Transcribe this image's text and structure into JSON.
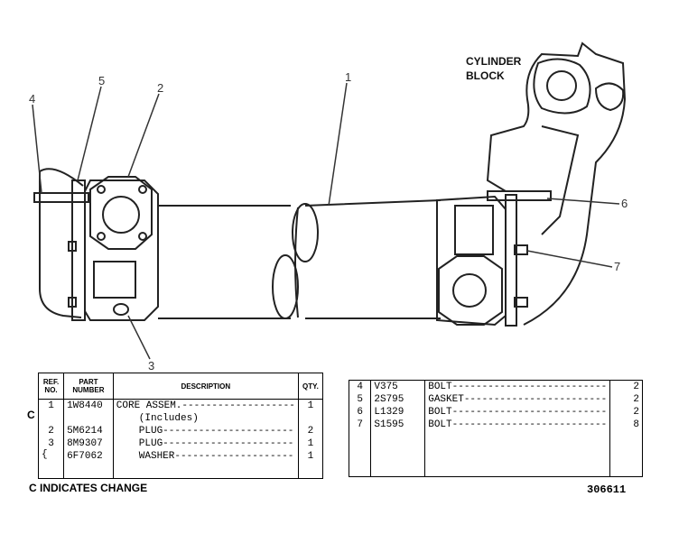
{
  "callouts": {
    "c1": "1",
    "c2": "2",
    "c3": "3",
    "c4": "4",
    "c5": "5",
    "c6": "6",
    "c7": "7"
  },
  "cylinder_block_label": [
    "CYLINDER",
    "BLOCK"
  ],
  "left_table": {
    "headers": {
      "ref_no": "REF. NO.",
      "part_number": "PART NUMBER",
      "description": "DESCRIPTION",
      "qty": "QTY."
    },
    "rows": [
      {
        "mark": "C",
        "ref": "1",
        "part": "1W8440",
        "desc": "CORE ASSEM.-------------------",
        "qty": "1"
      },
      {
        "mark": "",
        "ref": "",
        "part": "",
        "desc": "(Includes)",
        "qty": ""
      },
      {
        "mark": "",
        "ref": "2",
        "part": "5M6214",
        "desc": "PLUG----------------------",
        "qty": "2"
      },
      {
        "mark": "",
        "ref": "3",
        "part": "8M9307",
        "desc": "PLUG----------------------",
        "qty": "1"
      },
      {
        "mark": "",
        "ref": "",
        "part": "6F7062",
        "desc": "WASHER--------------------",
        "qty": "1"
      }
    ]
  },
  "right_table": {
    "rows": [
      {
        "ref": "4",
        "part": "V375",
        "desc": "BOLT--------------------------",
        "qty": "2"
      },
      {
        "ref": "5",
        "part": "2S795",
        "desc": "GASKET------------------------",
        "qty": "2"
      },
      {
        "ref": "6",
        "part": "L1329",
        "desc": "BOLT--------------------------",
        "qty": "2"
      },
      {
        "ref": "7",
        "part": "S1595",
        "desc": "BOLT--------------------------",
        "qty": "8"
      }
    ]
  },
  "footer": {
    "note": "C INDICATES CHANGE",
    "illustration_number": "306611"
  }
}
